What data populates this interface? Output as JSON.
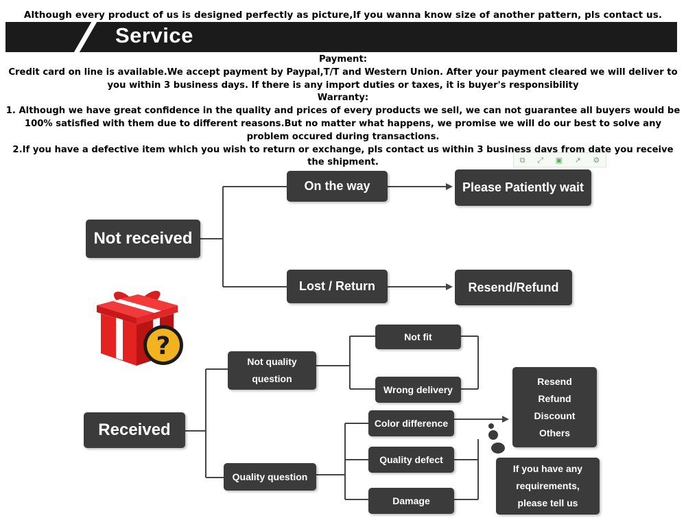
{
  "header_note": "Although every product of us is designed perfectly as picture,If you wanna know size of another pattern, pls contact us.",
  "banner": {
    "title": "Service"
  },
  "terms": {
    "payment_heading": "Payment:",
    "payment_text": "Credit card on line is available.We accept payment by Paypal,T/T and Western Union. After your payment cleared we will deliver to you within 3 business days. If there is any import duties or taxes, it is buyer's responsibility",
    "warranty_heading": "Warranty:",
    "warranty_1": "1. Although we have great confidence in the quality and prices of every products we sell, we can not guarantee all buyers would be 100% satisfied with them due to different reasons.But no matter what happens, we promise we will do our best to solve any problem occured during transactions.",
    "warranty_2": "2.If you have a defective item which you wish to return or exchange, pls contact us within 3 business days from date you receive the shipment."
  },
  "toolbar_icons": [
    "copy-icon",
    "expand-icon",
    "save-icon",
    "share-icon",
    "settings-icon"
  ],
  "flow": {
    "not_received": "Not received",
    "on_the_way": "On the way",
    "please_wait": "Please Patiently wait",
    "lost_return": "Lost / Return",
    "resend_refund": "Resend/Refund",
    "received": "Received",
    "not_quality": [
      "Not quality",
      "question"
    ],
    "quality_question": "Quality question",
    "not_fit": "Not fit",
    "wrong_delivery": "Wrong delivery",
    "color_difference": "Color difference",
    "quality_defect": "Quality defect",
    "damage": "Damage",
    "solutions": [
      "Resend",
      "Refund",
      "Discount",
      "Others"
    ],
    "requirements": [
      "If you have any",
      "requirements,",
      "please tell us"
    ]
  },
  "colors": {
    "box": "#3b3b3b",
    "banner": "#1b1b1b",
    "gift_red": "#e32222",
    "question_yellow": "#f2b320"
  }
}
